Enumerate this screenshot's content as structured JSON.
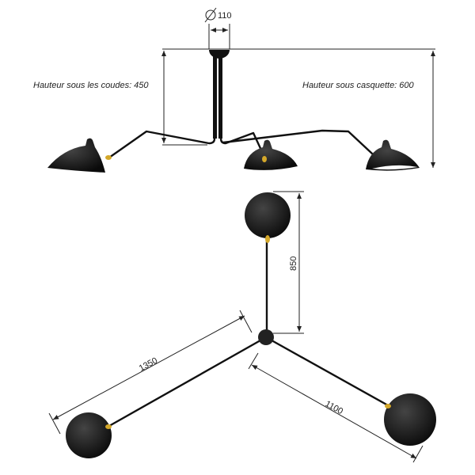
{
  "side_view": {
    "diameter_label": "110",
    "label_left": "Hauteur sous les coudes: 450",
    "label_right": "Hauteur sous casquette: 600"
  },
  "top_view": {
    "dim_vertical": "850",
    "dim_left": "1350",
    "dim_right": "1100"
  },
  "colors": {
    "lamp": "#111111",
    "brass": "#d4a82a",
    "line": "#222222"
  }
}
